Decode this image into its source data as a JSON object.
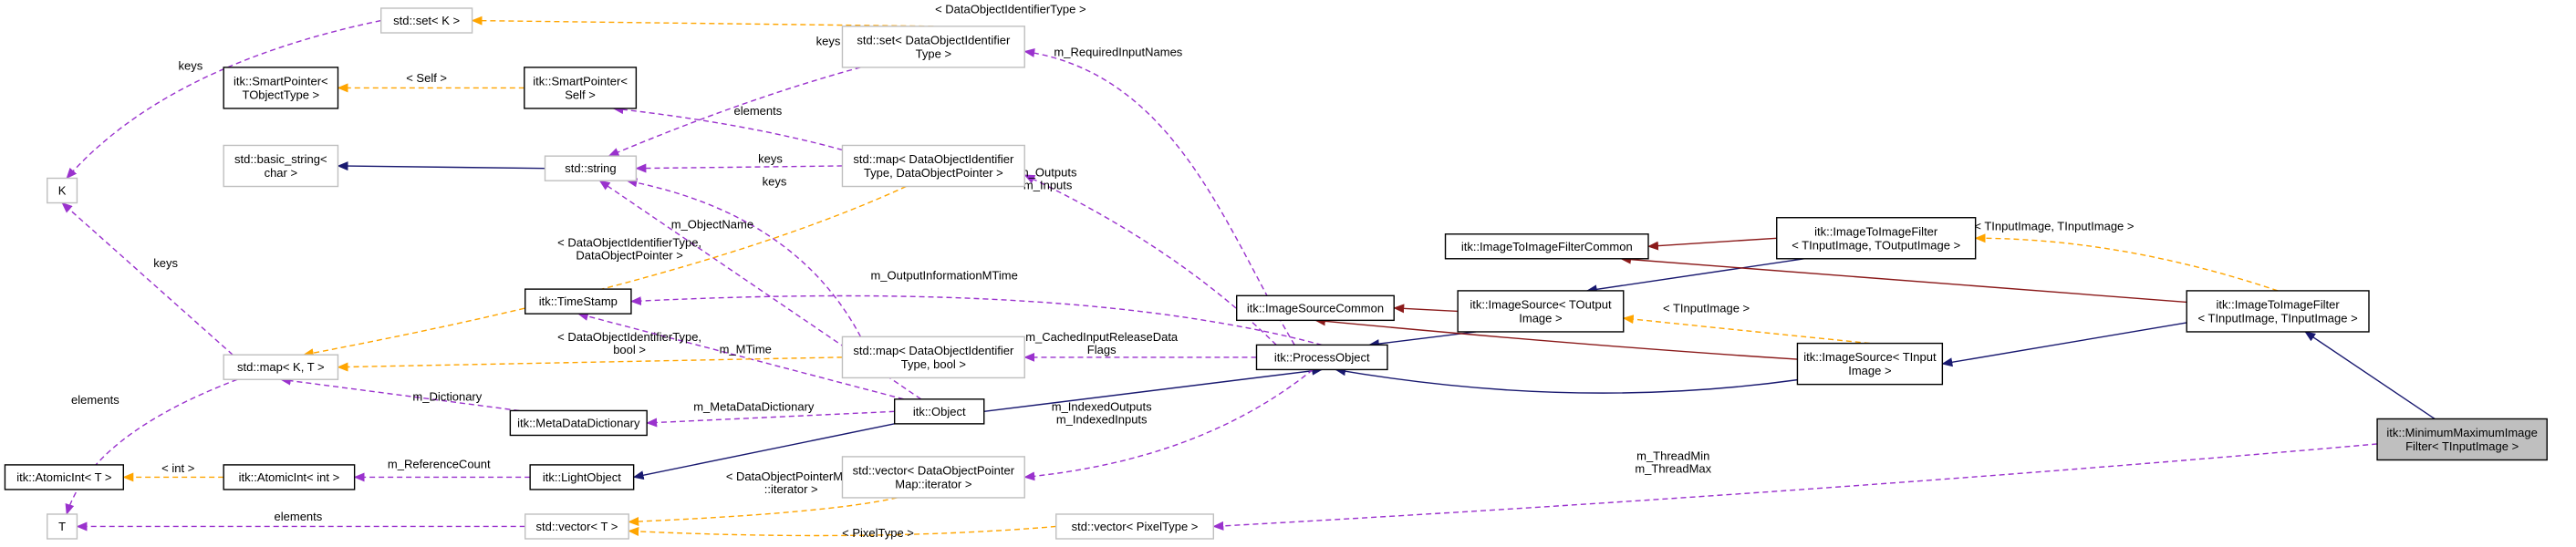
{
  "colors": {
    "inherit_public": "#191970",
    "inherit_protected": "#8b1a1a",
    "usage": "#9a32cd",
    "template": "#ffa500"
  },
  "nodes": {
    "set_k": {
      "lines": [
        "std::set< K >"
      ]
    },
    "set_doi": {
      "lines": [
        "std::set< DataObjectIdentifier",
        "Type >"
      ]
    },
    "sp_tobj": {
      "lines": [
        "itk::SmartPointer<",
        "TObjectType >"
      ]
    },
    "sp_self": {
      "lines": [
        "itk::SmartPointer<",
        "Self >"
      ]
    },
    "basic_string": {
      "lines": [
        "std::basic_string<",
        "char >"
      ]
    },
    "std_string": {
      "lines": [
        "std::string"
      ]
    },
    "map_doi_dop": {
      "lines": [
        "std::map< DataObjectIdentifier",
        "Type, DataObjectPointer >"
      ]
    },
    "k": {
      "lines": [
        "K"
      ]
    },
    "timestamp": {
      "lines": [
        "itk::TimeStamp"
      ]
    },
    "map_kt": {
      "lines": [
        "std::map< K, T >"
      ]
    },
    "map_doi_bool": {
      "lines": [
        "std::map< DataObjectIdentifier",
        "Type, bool >"
      ]
    },
    "metadatadict": {
      "lines": [
        "itk::MetaDataDictionary"
      ]
    },
    "object": {
      "lines": [
        "itk::Object"
      ]
    },
    "atomic_t": {
      "lines": [
        "itk::AtomicInt< T >"
      ]
    },
    "atomic_int": {
      "lines": [
        "itk::AtomicInt< int >"
      ]
    },
    "lightobject": {
      "lines": [
        "itk::LightObject"
      ]
    },
    "vec_dopm": {
      "lines": [
        "std::vector< DataObjectPointer",
        "Map::iterator >"
      ]
    },
    "t": {
      "lines": [
        "T"
      ]
    },
    "vec_t": {
      "lines": [
        "std::vector< T >"
      ]
    },
    "vec_pixel": {
      "lines": [
        "std::vector< PixelType >"
      ]
    },
    "processobject": {
      "lines": [
        "itk::ProcessObject"
      ]
    },
    "imgsrccommon": {
      "lines": [
        "itk::ImageSourceCommon"
      ]
    },
    "imgsrc_out": {
      "lines": [
        "itk::ImageSource< TOutput",
        "Image >"
      ]
    },
    "imgsrc_in": {
      "lines": [
        "itk::ImageSource< TInput",
        "Image >"
      ]
    },
    "i2i_common": {
      "lines": [
        "itk::ImageToImageFilterCommon"
      ]
    },
    "i2i_in_out": {
      "lines": [
        "itk::ImageToImageFilter",
        "< TInputImage, TOutputImage >"
      ]
    },
    "i2i_in_in": {
      "lines": [
        "itk::ImageToImageFilter",
        "< TInputImage, TInputImage >"
      ]
    },
    "minmax": {
      "lines": [
        "itk::MinimumMaximumImage",
        "Filter< TInputImage >"
      ]
    }
  },
  "edge_labels": {
    "set_k_doi": [
      "< DataObjectIdentifierType >"
    ],
    "keys_set_k": [
      "keys"
    ],
    "keys_set_doi": [
      "keys"
    ],
    "self_sp": [
      "< Self >"
    ],
    "elements_sp_self": [
      "elements"
    ],
    "keys_map_dop": [
      "keys"
    ],
    "keys_map_bool": [
      "keys"
    ],
    "keys_map_kt": [
      "keys"
    ],
    "m_required": [
      "m_RequiredInputNames"
    ],
    "m_outputs": [
      "m_Outputs",
      "m_Inputs"
    ],
    "m_objectname": [
      "m_ObjectName"
    ],
    "tpl_map_dop": [
      "< DataObjectIdentifierType,",
      "DataObjectPointer >"
    ],
    "m_outinfo": [
      "m_OutputInformationMTime"
    ],
    "m_mtime": [
      "m_MTime"
    ],
    "tpl_map_bool": [
      "< DataObjectIdentifierType,",
      "bool >"
    ],
    "m_cached": [
      "m_CachedInputReleaseData",
      "Flags"
    ],
    "m_dictionary": [
      "m_Dictionary"
    ],
    "m_metadatadict": [
      "m_MetaDataDictionary"
    ],
    "elements_vec_t": [
      "elements"
    ],
    "tpl_int": [
      "< int >"
    ],
    "m_refcount": [
      "m_ReferenceCount"
    ],
    "m_indexed": [
      "m_IndexedOutputs",
      "m_IndexedInputs"
    ],
    "tpl_dopm": [
      "< DataObjectPointerMap",
      "::iterator >"
    ],
    "elements_t": [
      "elements"
    ],
    "tpl_pixel": [
      "< PixelType >"
    ],
    "tpl_tinput": [
      "< TInputImage >"
    ],
    "tpl_tin_tin": [
      "< TInputImage, TInputImage >"
    ],
    "m_thread": [
      "m_ThreadMin",
      "m_ThreadMax"
    ]
  }
}
